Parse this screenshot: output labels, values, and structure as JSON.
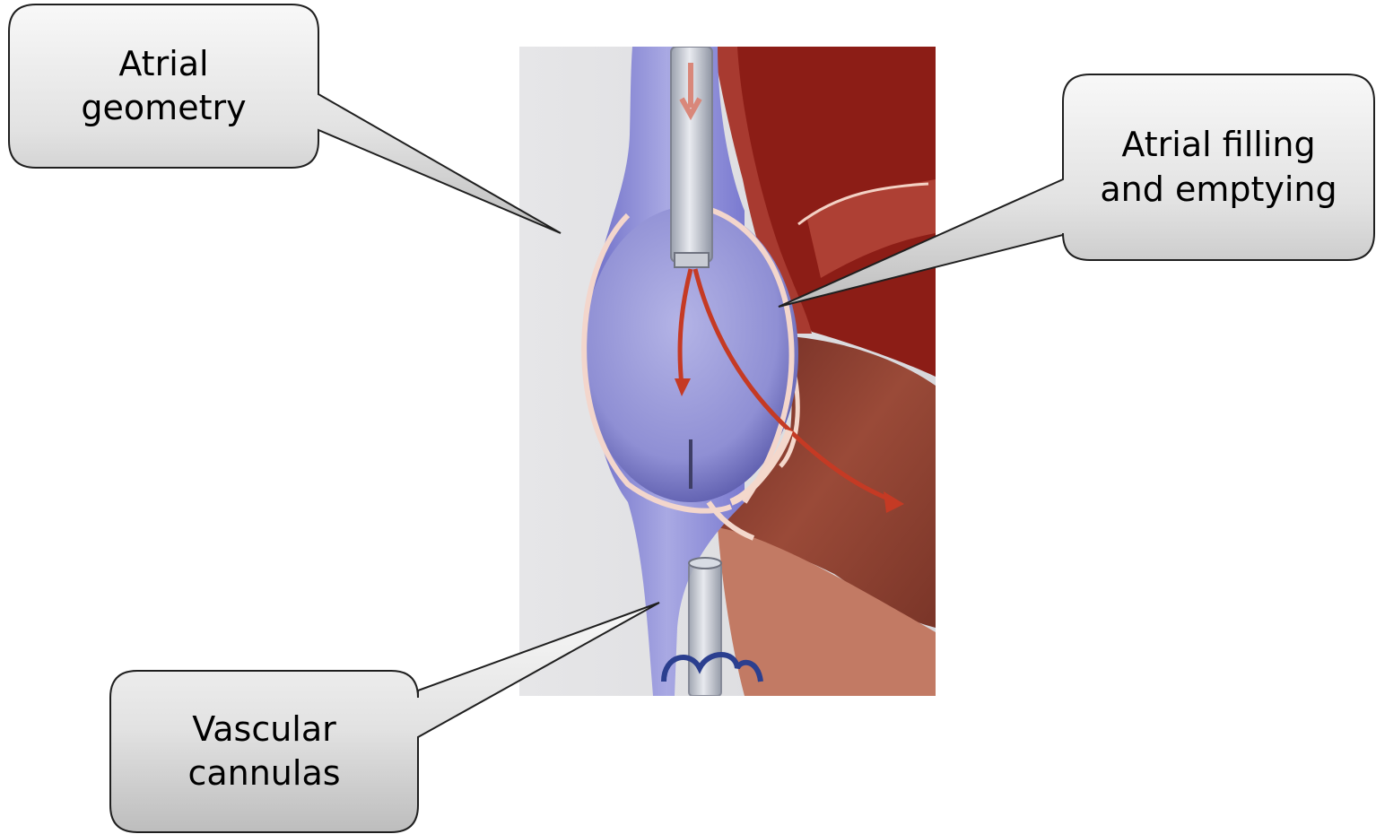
{
  "callouts": {
    "atrial_geometry": "Atrial\ngeometry",
    "atrial_filling": "Atrial filling\nand emptying",
    "vascular_cannulas": "Vascular\ncannulas"
  },
  "colors": {
    "callout_fill_top": "#f7f7f7",
    "callout_fill_bottom": "#bcbcbc",
    "callout_stroke": "#202020",
    "vessel": "#8e8ed6",
    "heart": "#8a1a14",
    "blood_arrow": "#c73a24"
  }
}
